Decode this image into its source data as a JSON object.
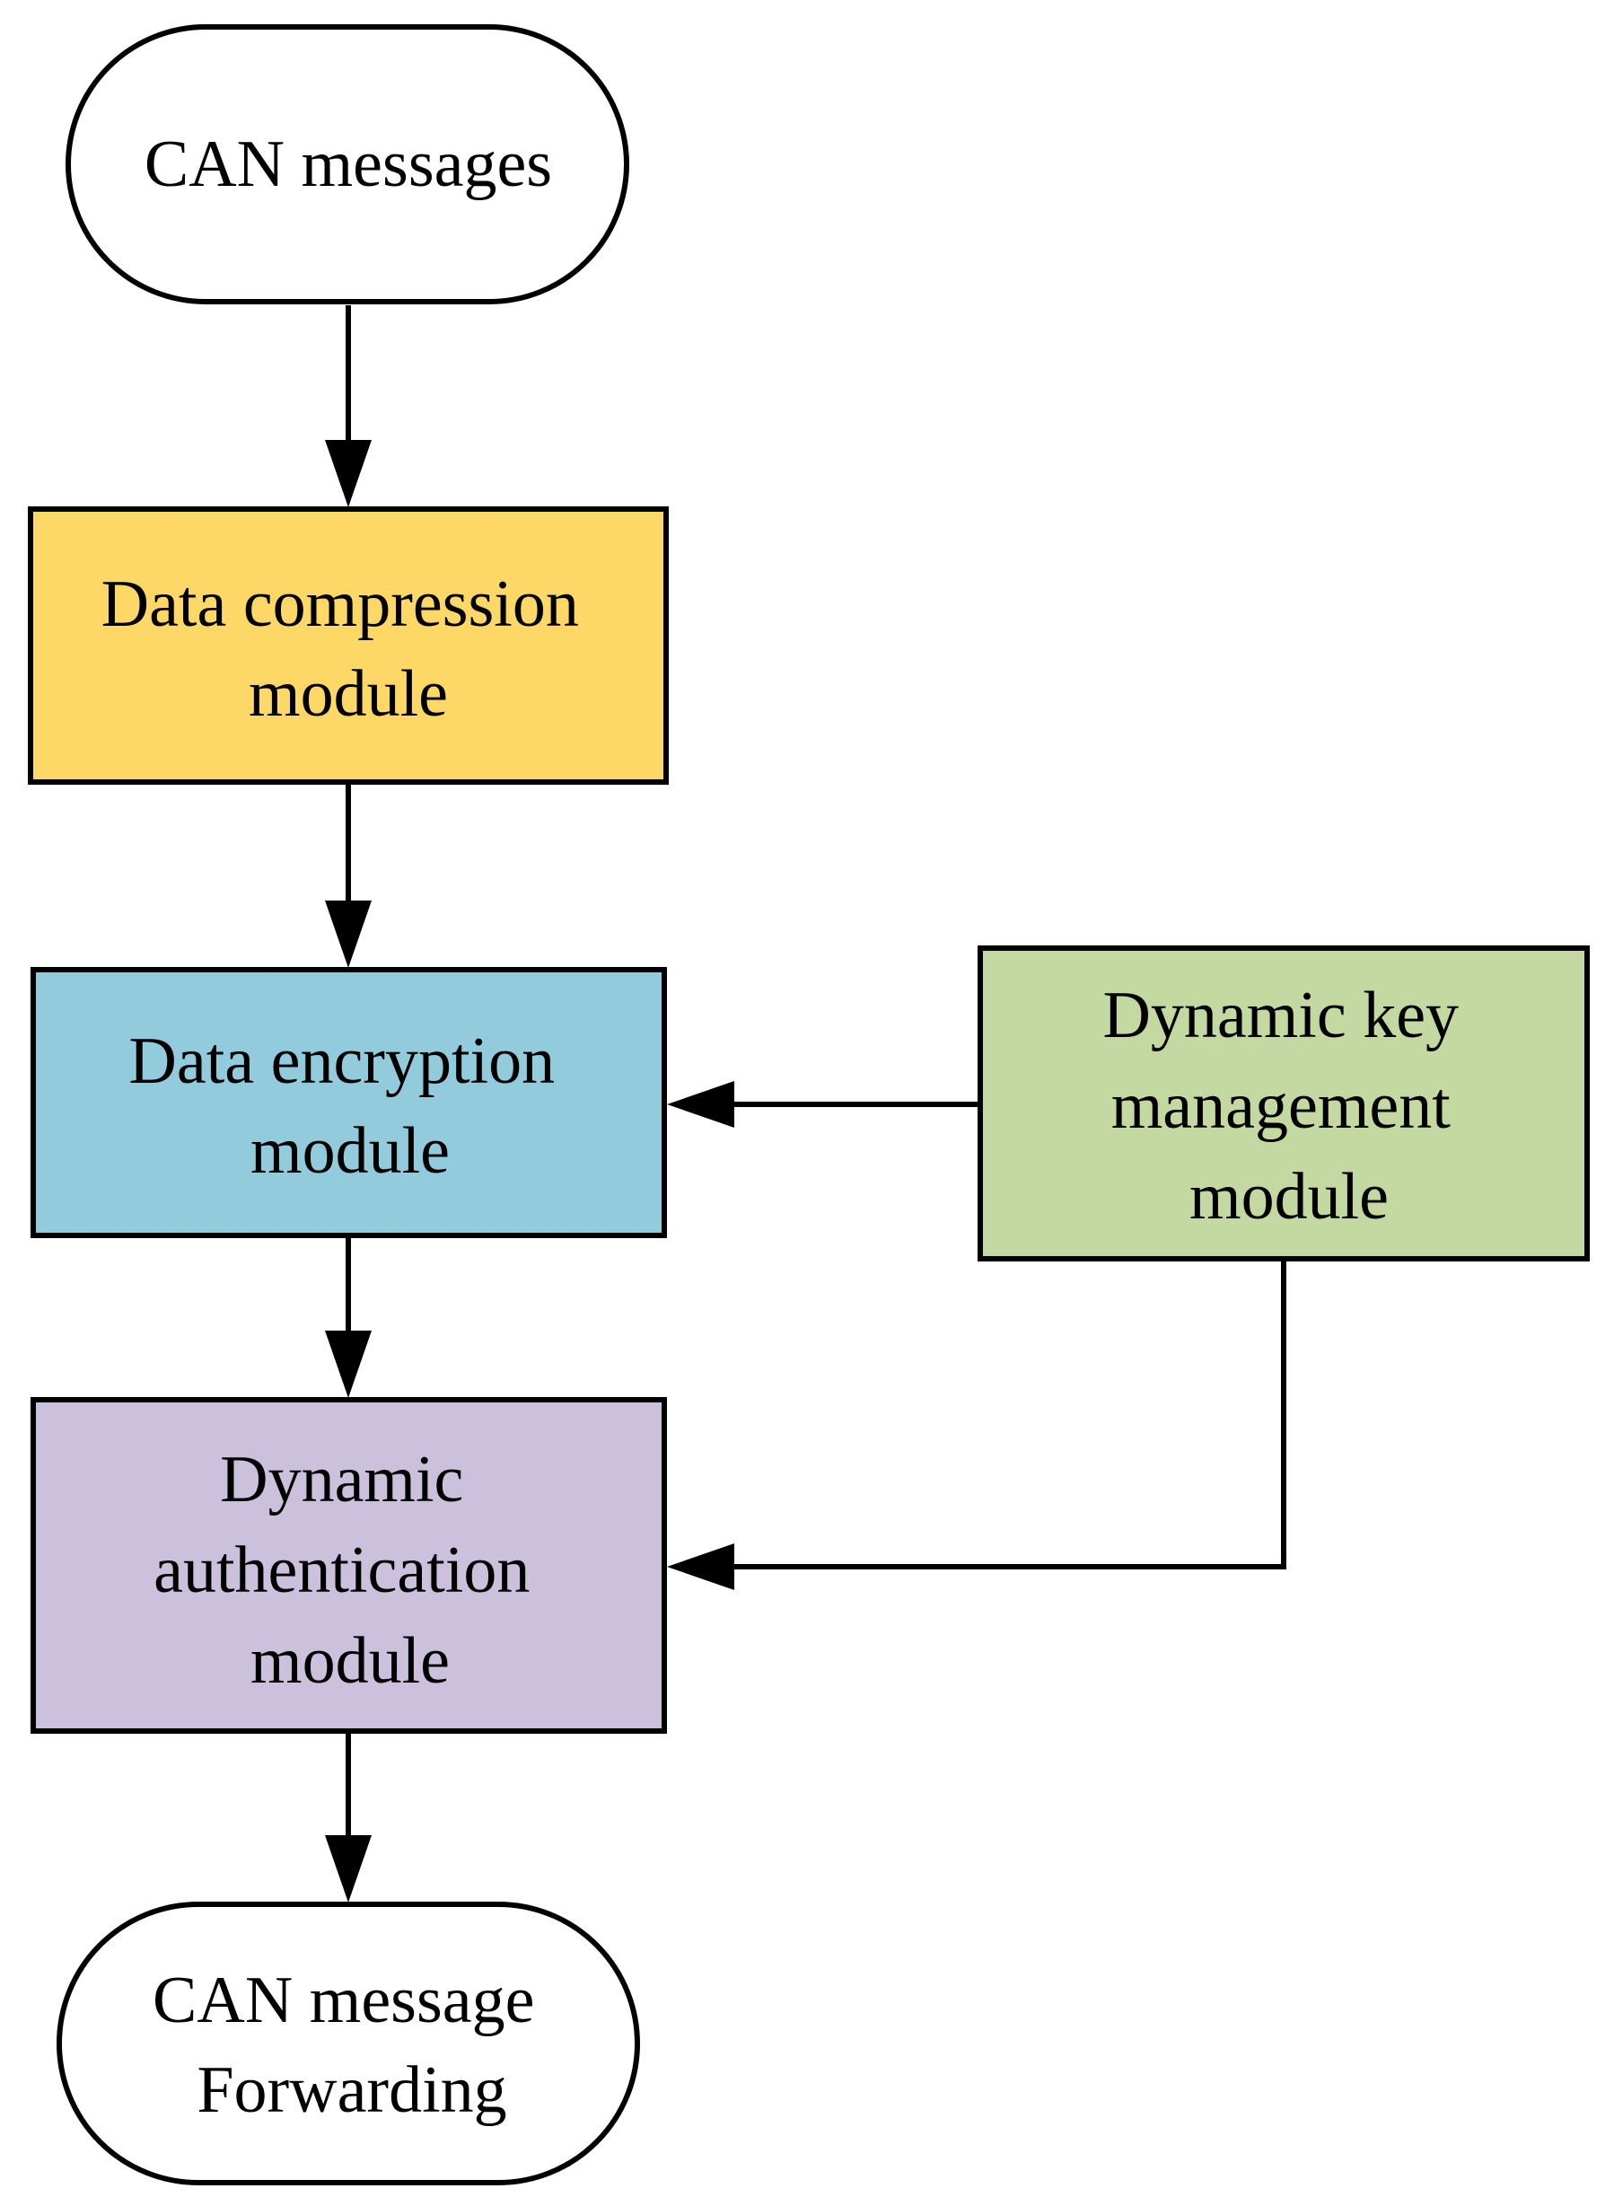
{
  "nodes": {
    "can_messages": {
      "lines": [
        "CAN messages"
      ]
    },
    "data_compression": {
      "lines": [
        "Data compression",
        "module"
      ],
      "color": "#fdd867"
    },
    "data_encryption": {
      "lines": [
        "Data encryption",
        "module"
      ],
      "color": "#92ccdc"
    },
    "dynamic_key": {
      "lines": [
        "Dynamic key",
        "management",
        "module"
      ],
      "color": "#c4d8a1"
    },
    "dynamic_auth": {
      "lines": [
        "Dynamic",
        "authentication",
        "module"
      ],
      "color": "#cbc1dc"
    },
    "can_forwarding": {
      "lines": [
        "CAN message",
        "Forwarding"
      ]
    }
  },
  "edges": [
    {
      "from": "can_messages",
      "to": "data_compression"
    },
    {
      "from": "data_compression",
      "to": "data_encryption"
    },
    {
      "from": "data_encryption",
      "to": "dynamic_auth"
    },
    {
      "from": "dynamic_key",
      "to": "data_encryption"
    },
    {
      "from": "dynamic_key",
      "to": "dynamic_auth"
    },
    {
      "from": "dynamic_auth",
      "to": "can_forwarding"
    }
  ]
}
